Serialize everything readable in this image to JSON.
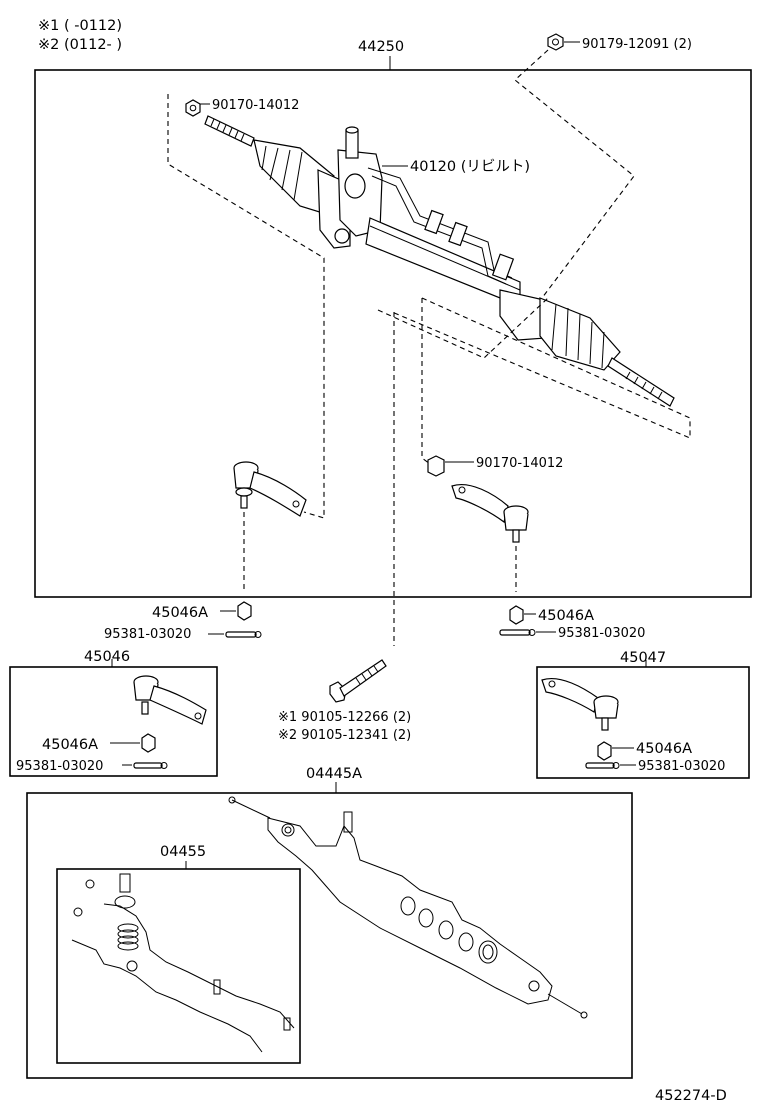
{
  "notes": {
    "note1": "※1 (      -0112)",
    "note2": "※2 (0112-       )"
  },
  "parts": {
    "gear_assembly": "44250",
    "rack_rebuilt": "40120 (リビルト)",
    "nut_top": "90179-12091 (2)",
    "nut_left": "90170-14012",
    "nut_right": "90170-14012",
    "nut_45046A_left": "45046A",
    "pin_left": "95381-03020",
    "nut_45046A_right": "45046A",
    "pin_right": "95381-03020",
    "tie_rod_left": "45046",
    "tie_rod_left_nut": "45046A",
    "tie_rod_left_pin": "95381-03020",
    "tie_rod_right": "45047",
    "tie_rod_right_nut": "45046A",
    "tie_rod_right_pin": "95381-03020",
    "bolt_1": "※1  90105-12266 (2)",
    "bolt_2": "※2  90105-12341 (2)",
    "gasket_kit": "04445A",
    "seal_kit": "04455",
    "diagram_id": "452274-D"
  }
}
